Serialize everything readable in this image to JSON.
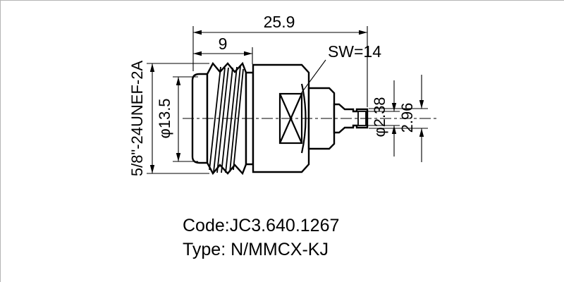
{
  "colors": {
    "line": "#000000",
    "background": "#ffffff"
  },
  "dimensions": {
    "overall_length": "25.9",
    "thread_length": "9",
    "wrench_size": "SW=14",
    "thread_spec": "5/8\"-24UNEF-2A",
    "body_diameter": "φ13.5",
    "pin_diameter": "φ2.38",
    "sleeve_diameter": "2.96"
  },
  "footer": {
    "code": "Code:JC3.640.1267",
    "type": "Type: N/MMCX-KJ"
  }
}
